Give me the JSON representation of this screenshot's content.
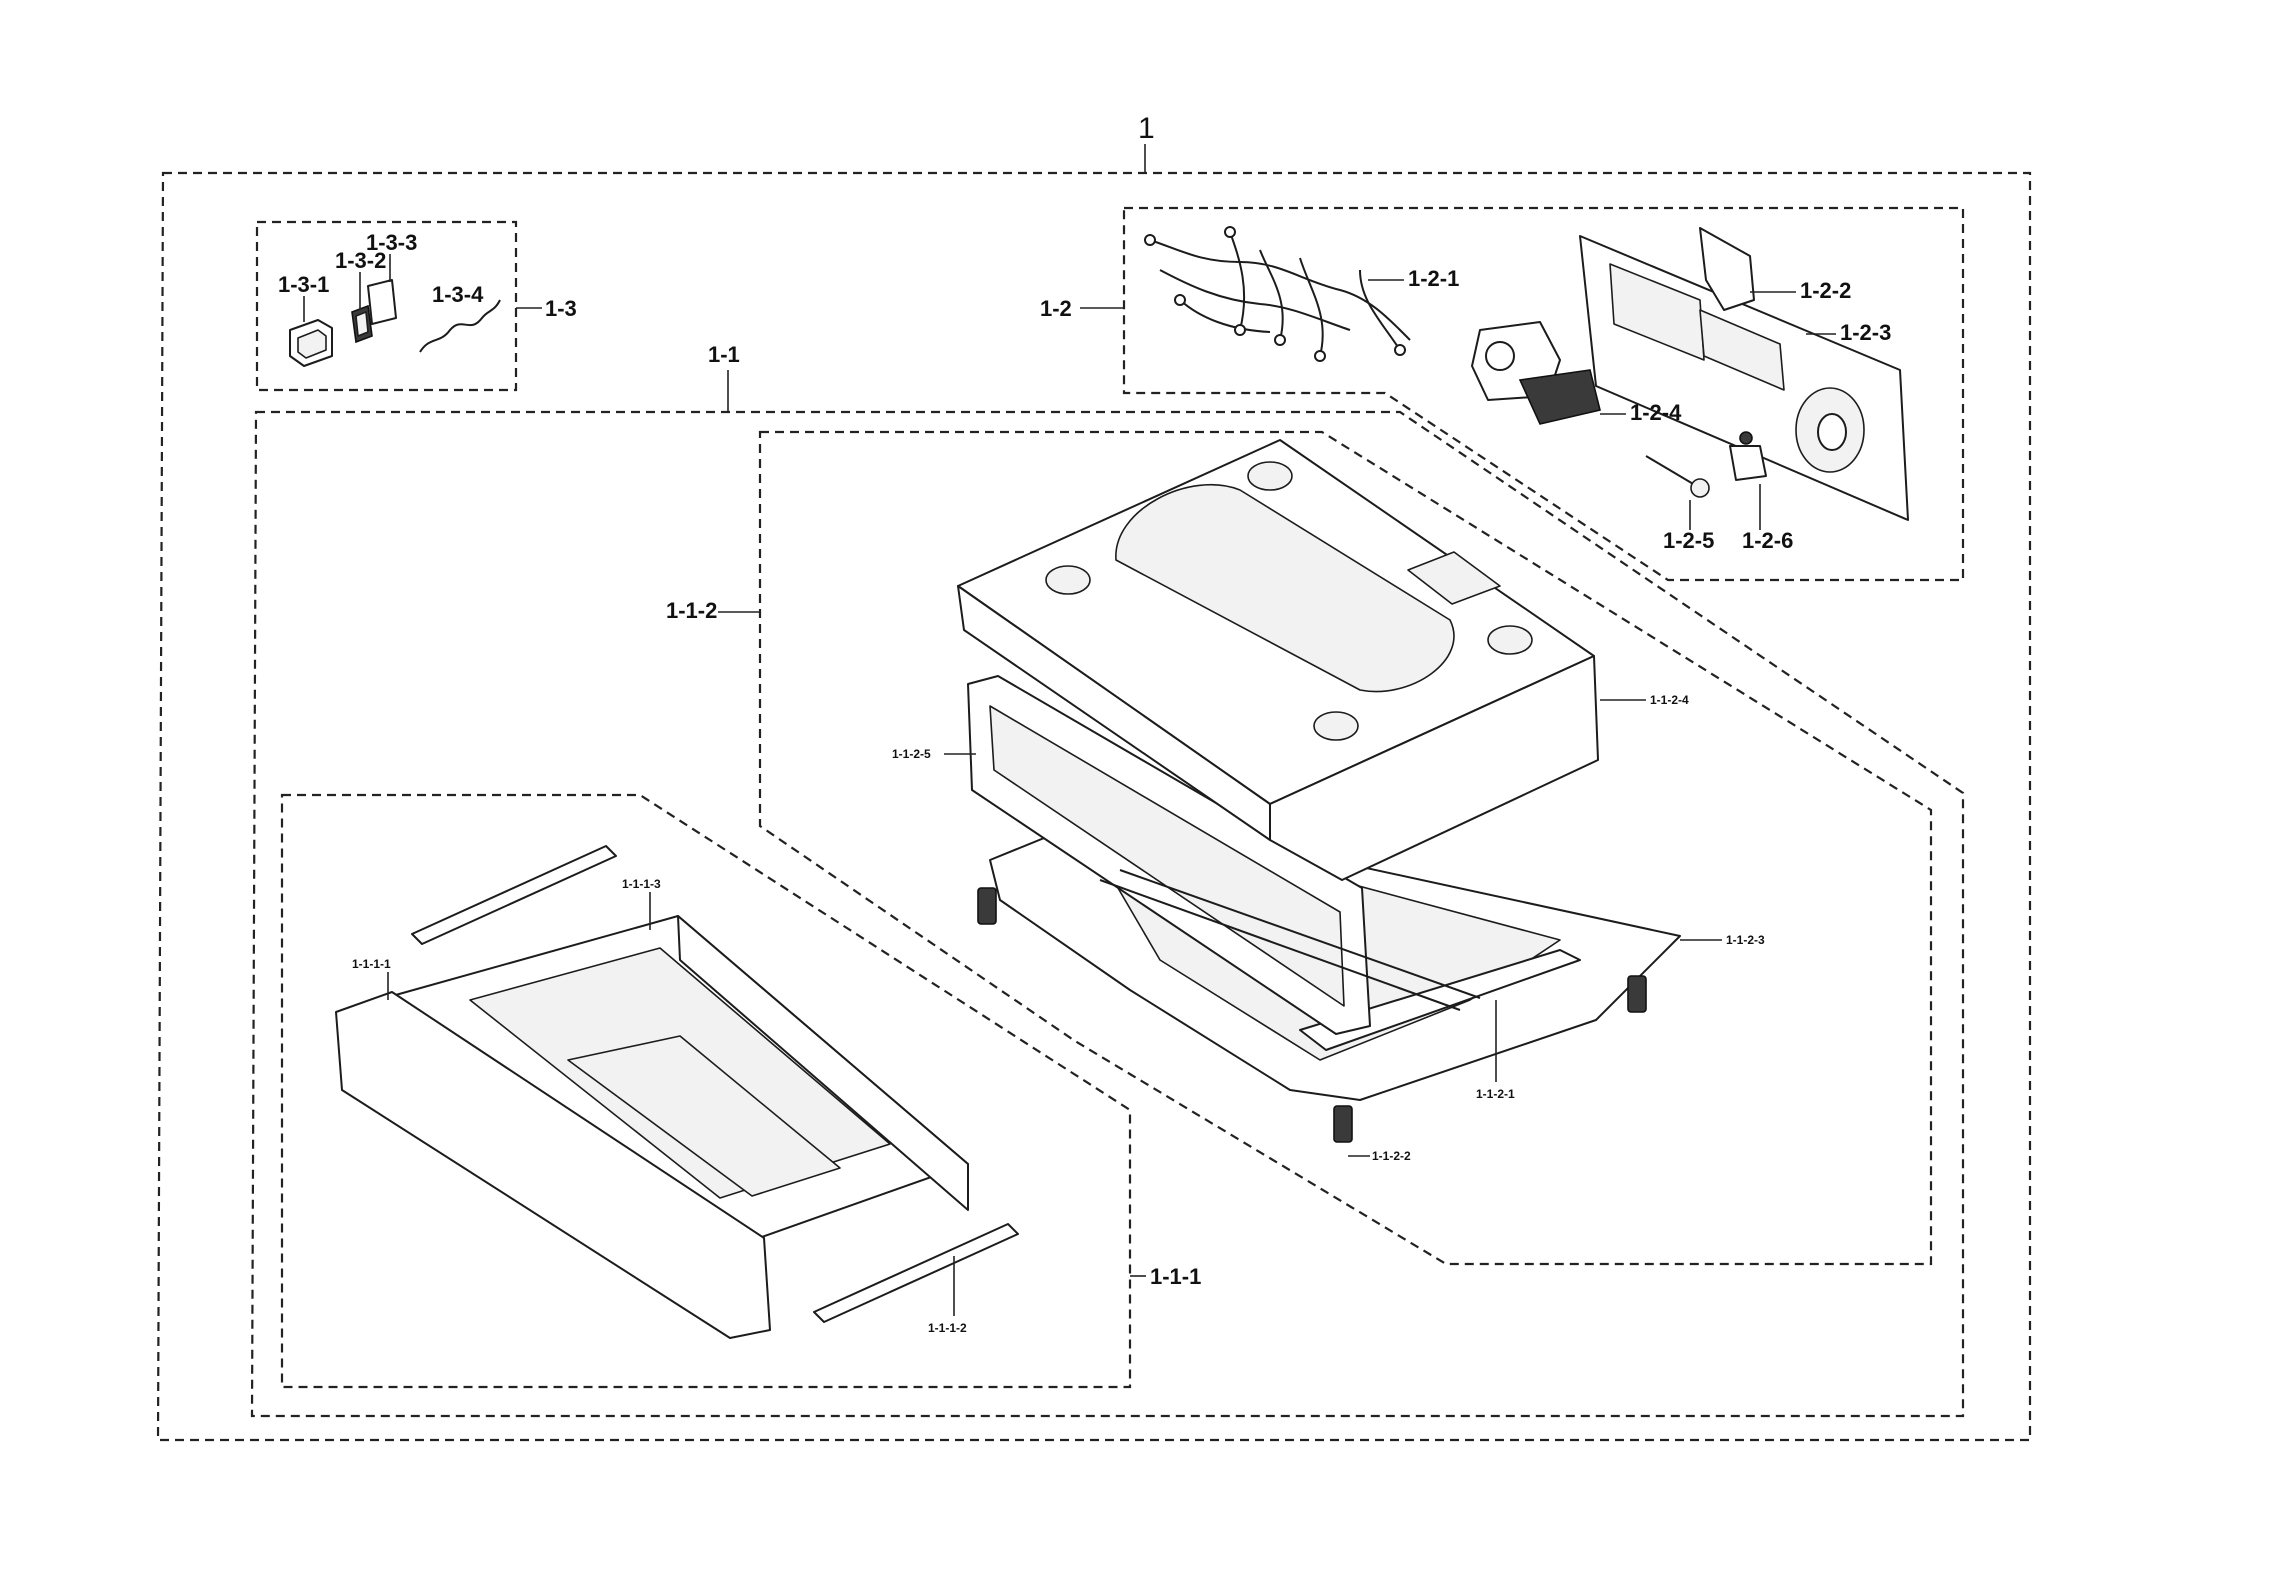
{
  "labels": {
    "l1": "1",
    "l1_1": "1-1",
    "l1_2": "1-2",
    "l1_3": "1-3",
    "l1_3_1": "1-3-1",
    "l1_3_2": "1-3-2",
    "l1_3_3": "1-3-3",
    "l1_3_4": "1-3-4",
    "l1_2_1": "1-2-1",
    "l1_2_2": "1-2-2",
    "l1_2_3": "1-2-3",
    "l1_2_4": "1-2-4",
    "l1_2_5": "1-2-5",
    "l1_2_6": "1-2-6",
    "l1_1_2": "1-1-2",
    "l1_1_2_1": "1-1-2-1",
    "l1_1_2_2": "1-1-2-2",
    "l1_1_2_3": "1-1-2-3",
    "l1_1_2_4": "1-1-2-4",
    "l1_1_2_5": "1-1-2-5",
    "l1_1_1": "1-1-1",
    "l1_1_1_1": "1-1-1-1",
    "l1_1_1_2": "1-1-1-2",
    "l1_1_1_3": "1-1-1-3"
  }
}
